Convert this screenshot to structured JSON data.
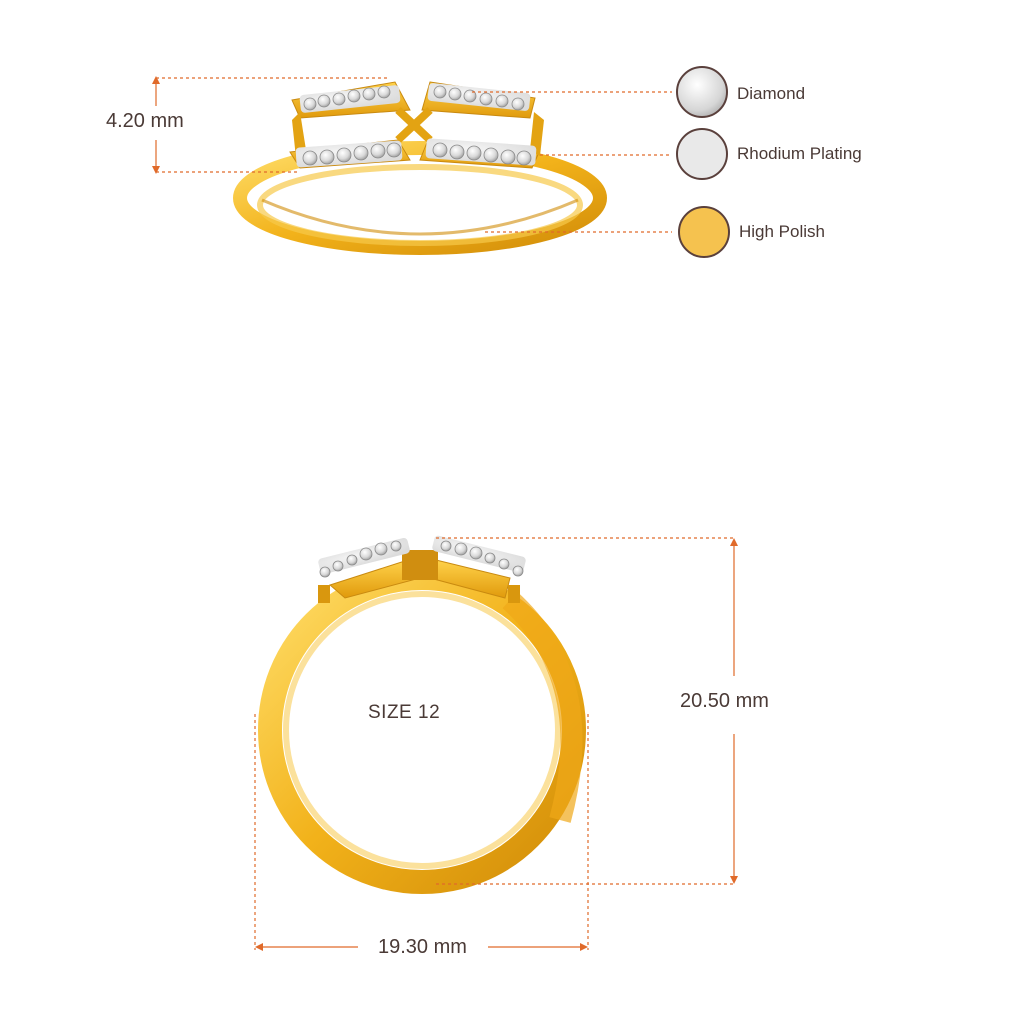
{
  "dimensions": {
    "height": "4.20 mm",
    "outer": "20.50 mm",
    "width": "19.30 mm"
  },
  "size_label": "SIZE 12",
  "legend": [
    {
      "label": "Diamond",
      "color": "#e4e4e4",
      "icon": "diamond-icon"
    },
    {
      "label": "Rhodium Plating",
      "color": "#e9e9e9",
      "icon": "rhodium-swatch"
    },
    {
      "label": "High Polish",
      "color": "#f5c24f",
      "icon": "gold-swatch"
    }
  ],
  "colors": {
    "dimension_line": "#e06a2a",
    "gold_light": "#ffd24a",
    "gold_mid": "#f2b21a",
    "gold_dark": "#d18c08",
    "legend_border": "#5a403c"
  }
}
